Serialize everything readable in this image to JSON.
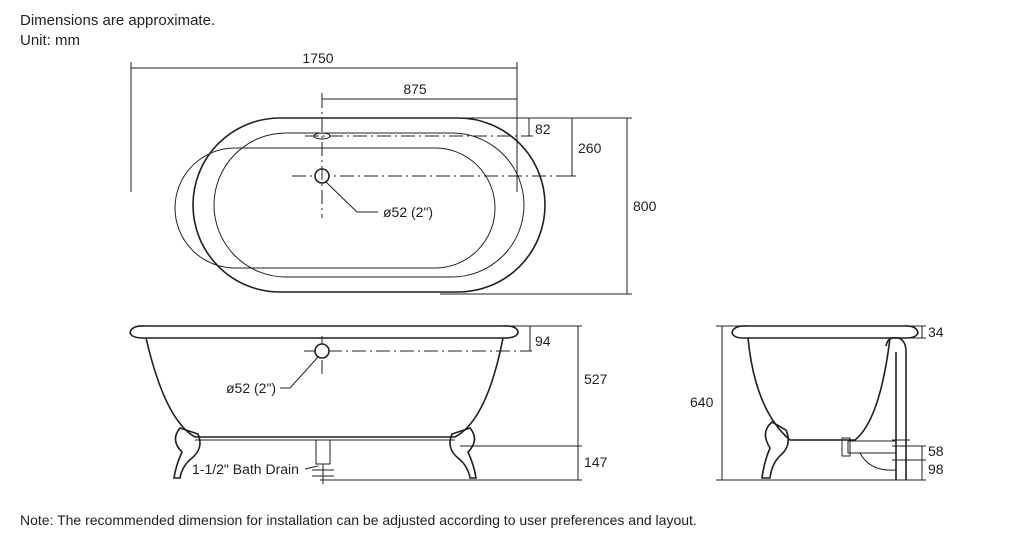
{
  "header": {
    "line1": "Dimensions are approximate.",
    "line2": "Unit: mm"
  },
  "top_view": {
    "overall_length": "1750",
    "half_length": "875",
    "overflow_offset": "82",
    "drain_offset": "260",
    "overall_width": "800",
    "drain_label": "ø52 (2\")"
  },
  "side_view": {
    "overflow_drop": "94",
    "tub_height": "527",
    "foot_height": "147",
    "overflow_label": "ø52 (2\")",
    "drain_label": "1-1/2\" Bath Drain"
  },
  "end_view": {
    "rim_height": "34",
    "total_height": "640",
    "drain_height": "58",
    "floor_clearance": "98"
  },
  "note": "Note: The recommended dimension for installation can be adjusted according to user preferences and layout."
}
